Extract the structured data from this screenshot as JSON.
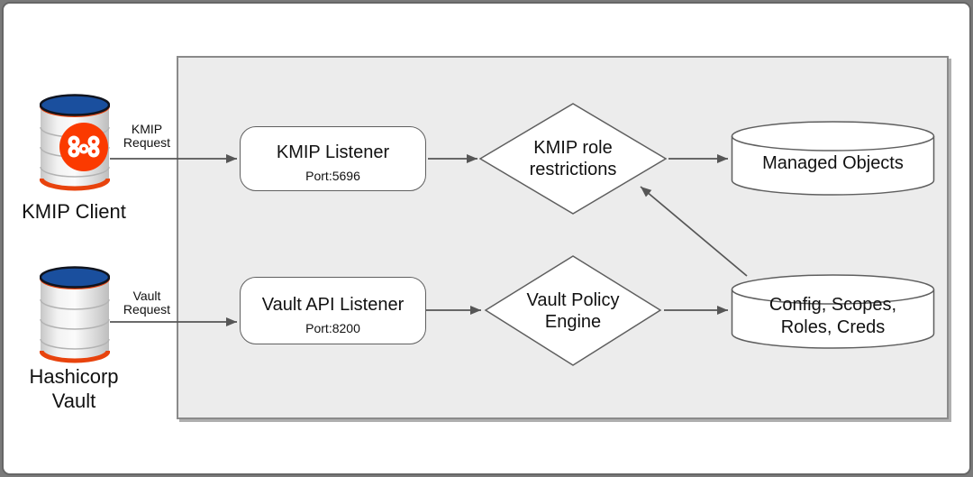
{
  "colors": {
    "panel_fill": "#ececec",
    "panel_border": "#8a8a8a",
    "shape_stroke": "#5f5f5f",
    "arrow": "#565656",
    "cylinder_top_blue": "#1a4f9e",
    "cylinder_rim_orange": "#e8430d",
    "client_logo_orange": "#fb3a00"
  },
  "clients": {
    "kmip_client": {
      "label": "KMIP Client"
    },
    "hashicorp_vault": {
      "label_line1": "Hashicorp",
      "label_line2": "Vault"
    }
  },
  "edges": {
    "kmip_request": {
      "label_line1": "KMIP",
      "label_line2": "Request"
    },
    "vault_request": {
      "label_line1": "Vault",
      "label_line2": "Request"
    }
  },
  "server": {
    "kmip_listener": {
      "title": "KMIP Listener",
      "port": "Port:5696"
    },
    "vault_api_listener": {
      "title": "Vault API Listener",
      "port": "Port:8200"
    },
    "kmip_role_restrictions": {
      "line1": "KMIP role",
      "line2": "restrictions"
    },
    "vault_policy_engine": {
      "line1": "Vault Policy",
      "line2": "Engine"
    },
    "managed_objects": {
      "label": "Managed Objects"
    },
    "config_store": {
      "line1": "Config, Scopes,",
      "line2": "Roles, Creds"
    }
  }
}
